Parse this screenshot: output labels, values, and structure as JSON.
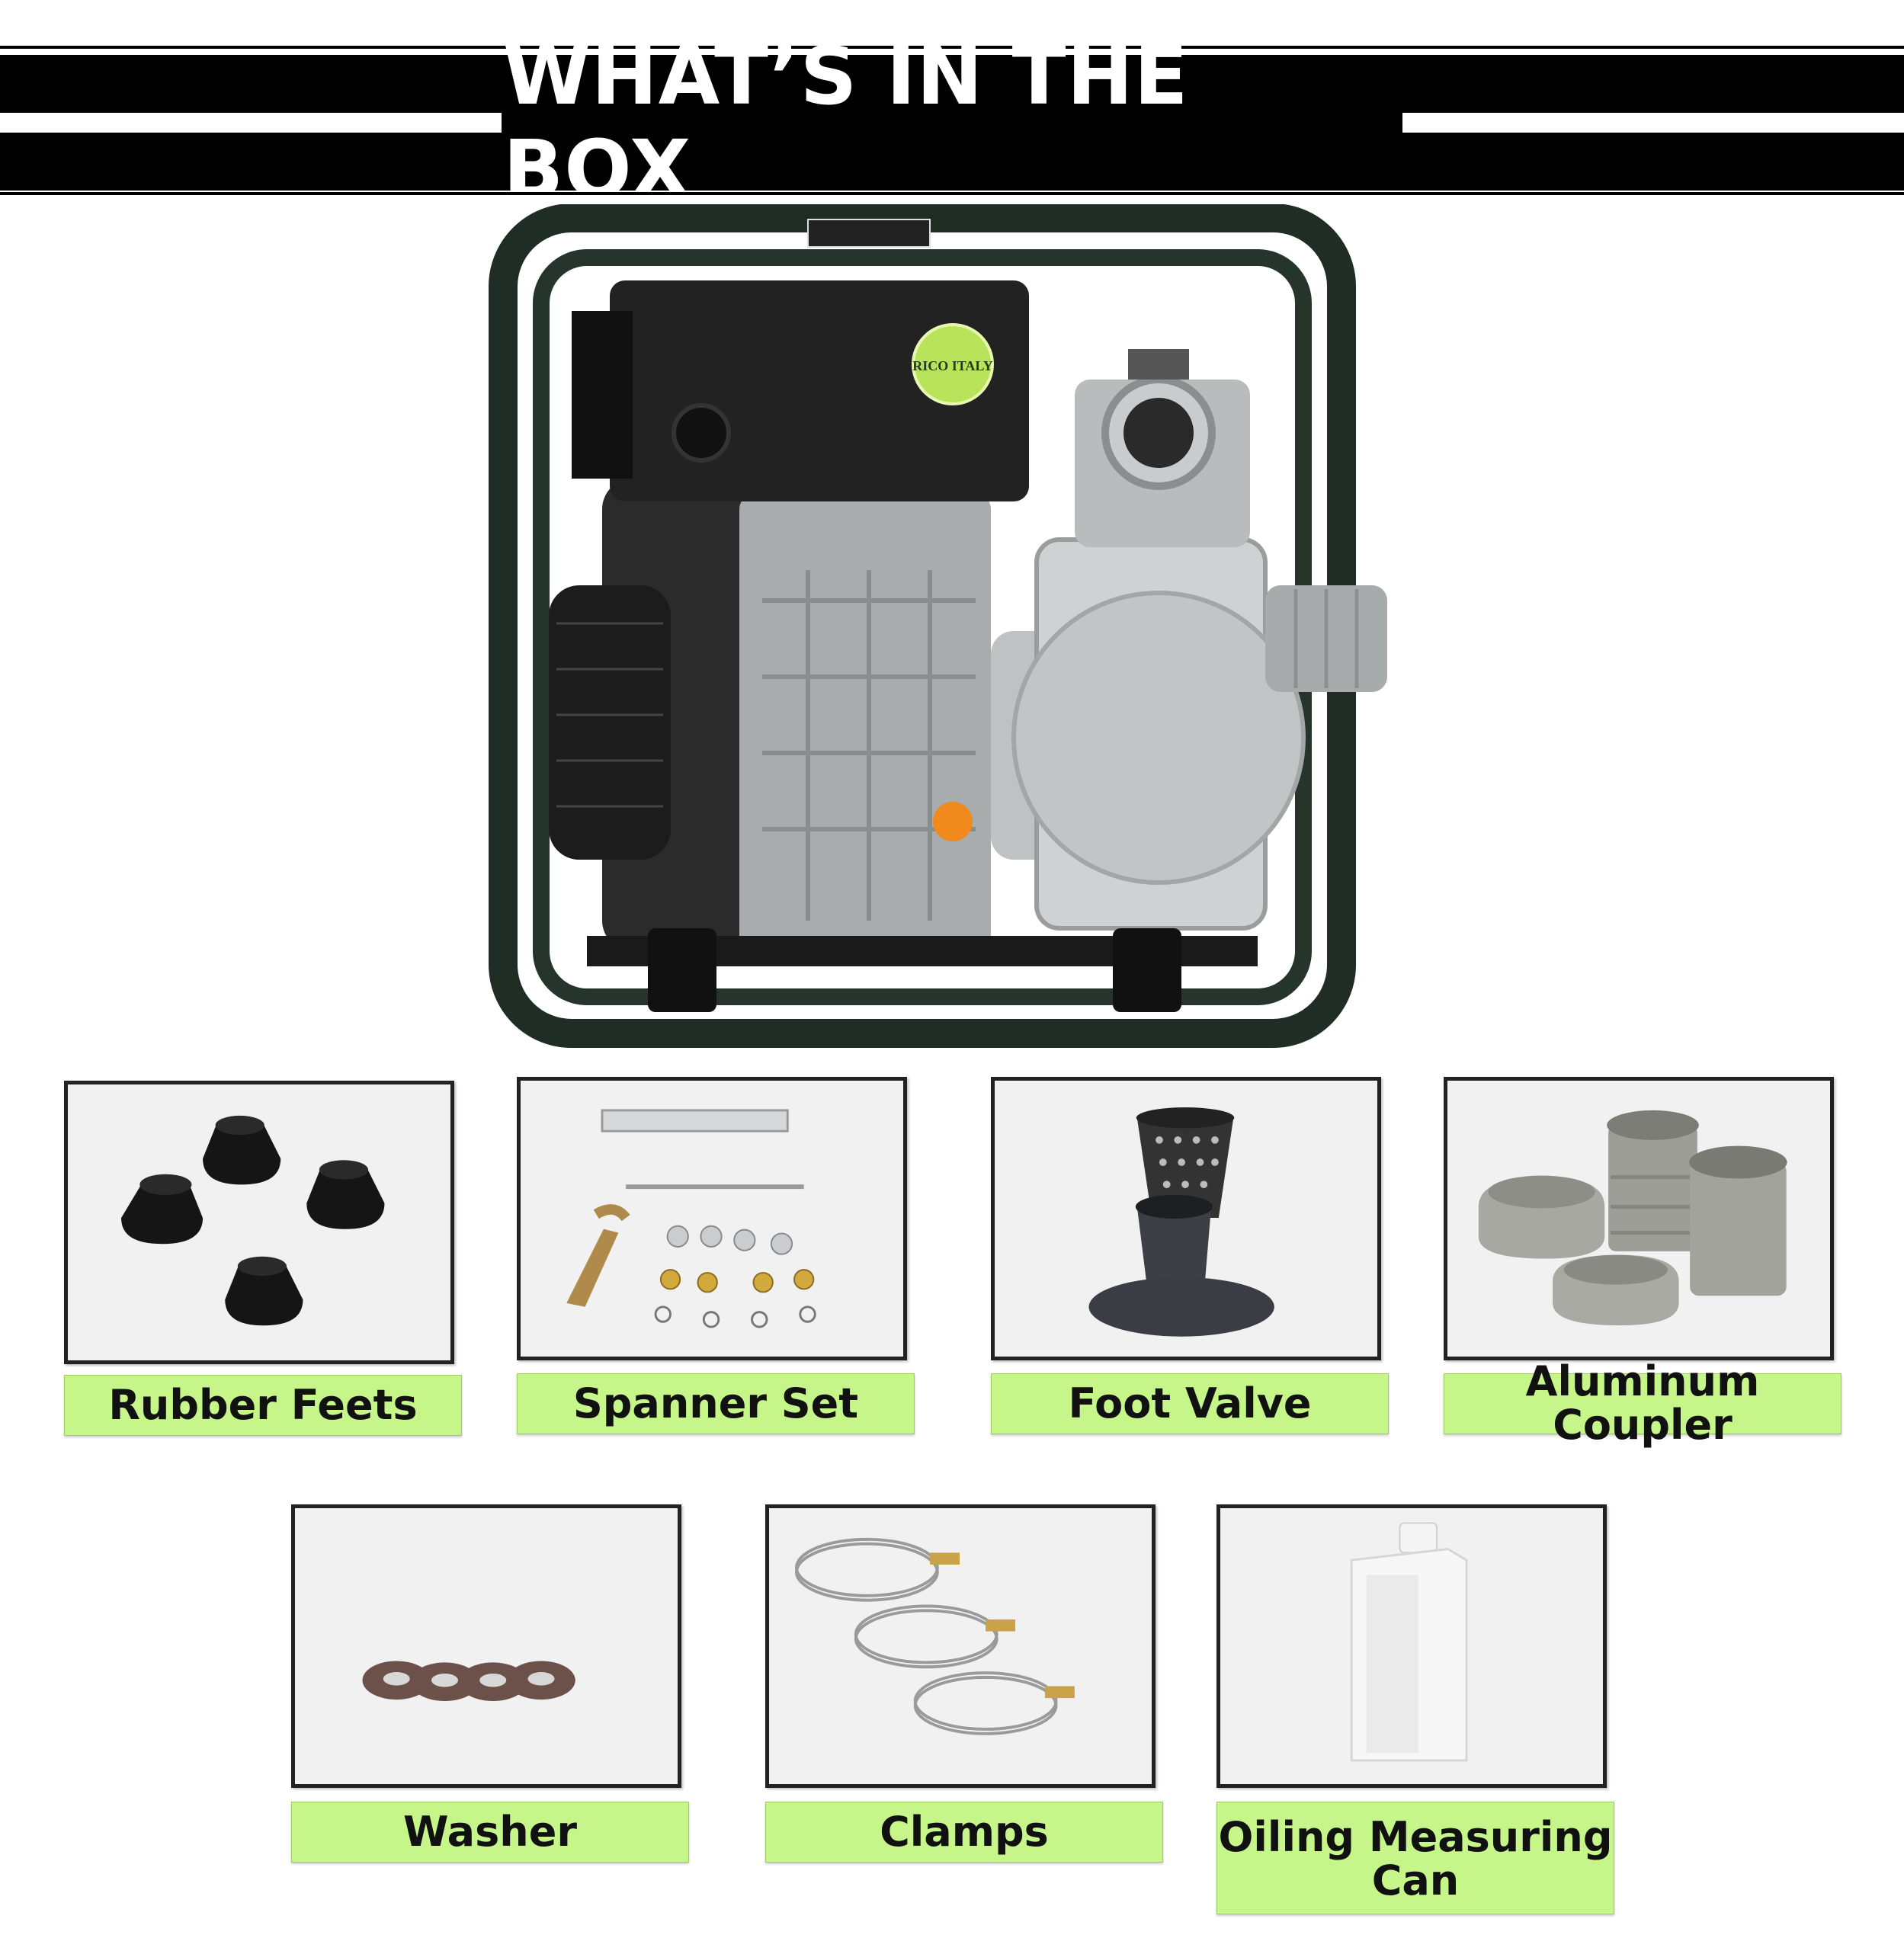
{
  "header": {
    "title": "WHAT’S IN THE BOX"
  },
  "items": [
    {
      "label": "Rubber Feets"
    },
    {
      "label": "Spanner Set"
    },
    {
      "label": "Foot Valve"
    },
    {
      "label": "Aluminum Coupler"
    },
    {
      "label": "Washer"
    },
    {
      "label": "Clamps"
    },
    {
      "label": "Oiling Measuring Can"
    }
  ],
  "colors": {
    "label_bg": "#c6f58a",
    "frame": "#1f2d25",
    "banner": "#000000"
  }
}
